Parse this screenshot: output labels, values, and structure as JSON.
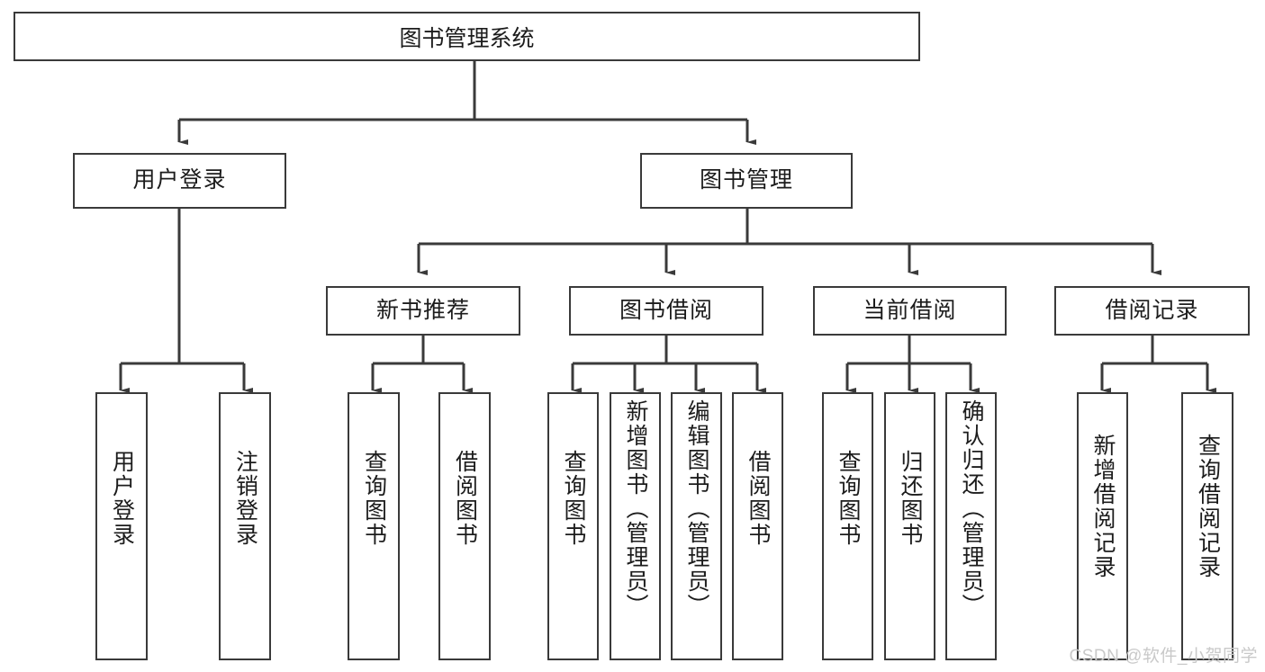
{
  "diagram": {
    "title": "图书管理系统",
    "watermark": "CSDN @软件_小贺同学",
    "root": {
      "label": "图书管理系统"
    },
    "level2": [
      {
        "label": "用户登录"
      },
      {
        "label": "图书管理"
      }
    ],
    "level3": [
      {
        "label": "新书推荐"
      },
      {
        "label": "图书借阅"
      },
      {
        "label": "当前借阅"
      },
      {
        "label": "借阅记录"
      }
    ],
    "leaves": {
      "user_login": [
        {
          "label": "用户登录"
        },
        {
          "label": "注销登录"
        }
      ],
      "new_book": [
        {
          "label": "查询图书"
        },
        {
          "label": "借阅图书"
        }
      ],
      "book_borrow": [
        {
          "label": "查询图书"
        },
        {
          "label": "新增图书（管理员）"
        },
        {
          "label": "编辑图书（管理员）"
        },
        {
          "label": "借阅图书"
        }
      ],
      "current_borrow": [
        {
          "label": "查询图书"
        },
        {
          "label": "归还图书"
        },
        {
          "label": "确认归还（管理员）"
        }
      ],
      "borrow_record": [
        {
          "label": "新增借阅记录"
        },
        {
          "label": "查询借阅记录"
        }
      ]
    },
    "colors": {
      "stroke": "#3a3a3a",
      "fill": "#ffffff",
      "text": "#1c1c1c",
      "watermark": "#c9c9c9"
    }
  }
}
